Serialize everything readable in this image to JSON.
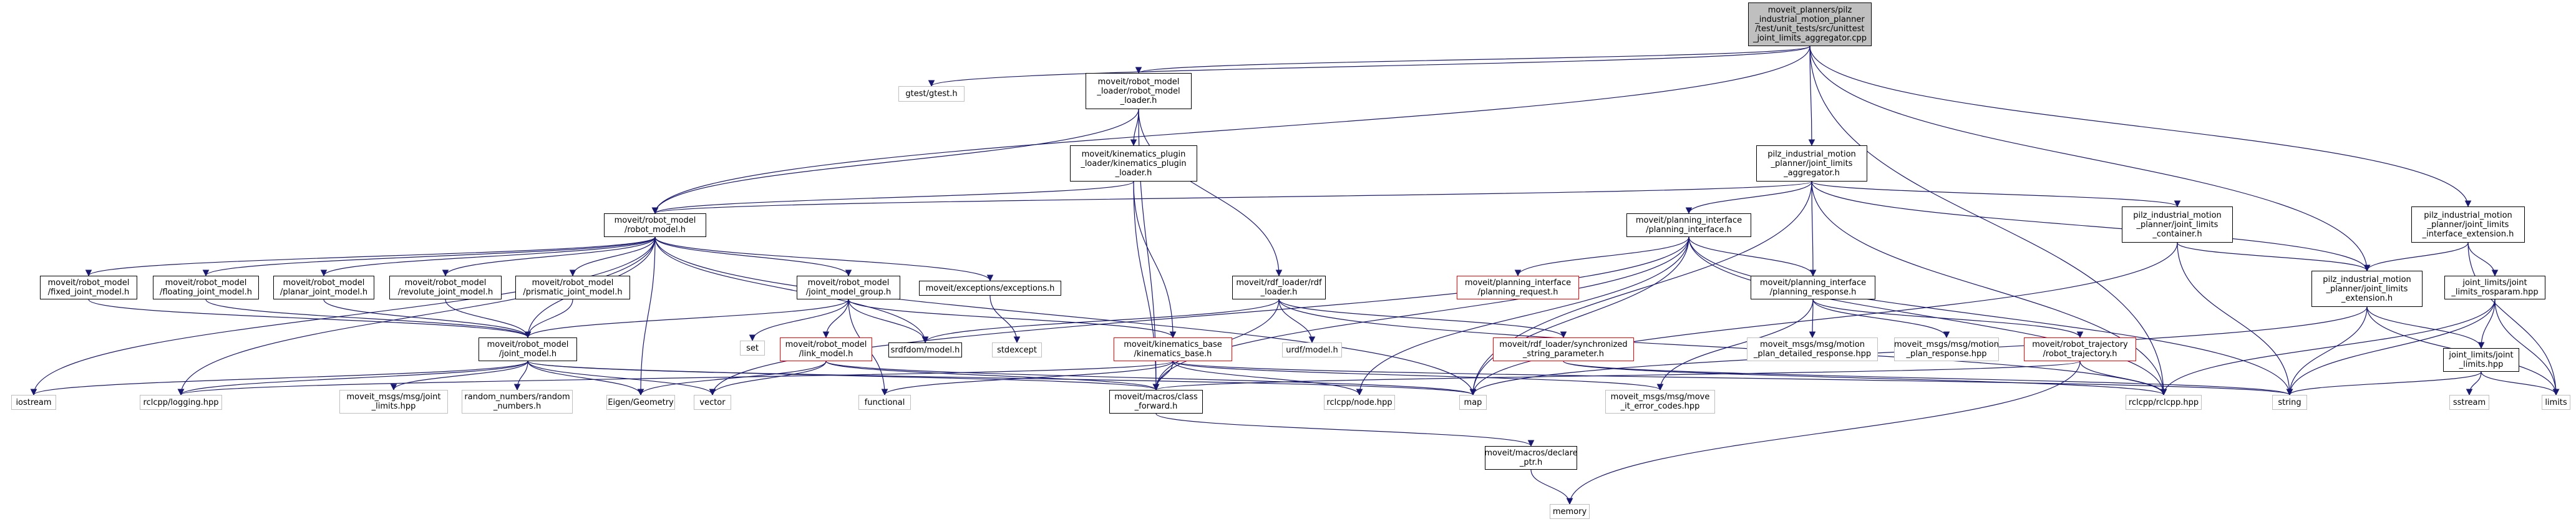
{
  "colors": {
    "edge": "#191970",
    "external_border": "#bfbfbf",
    "missing_border": "#ff0000",
    "root_fill": "#bfbfbf"
  },
  "nodes": {
    "root": "moveit_planners/pilz\n_industrial_motion_planner\n/test/unit_tests/src/unittest\n_joint_limits_aggregator.cpp",
    "gtest": "gtest/gtest.h",
    "rml_loader": "moveit/robot_model\n_loader/robot_model\n_loader.h",
    "kin_plugin_loader": "moveit/kinematics_plugin\n_loader/kinematics_plugin\n_loader.h",
    "robot_model": "moveit/robot_model\n/robot_model.h",
    "jl_aggregator": "pilz_industrial_motion\n_planner/joint_limits\n_aggregator.h",
    "jl_interface_ext": "pilz_industrial_motion\n_planner/joint_limits\n_interface_extension.h",
    "planning_interface": "moveit/planning_interface\n/planning_interface.h",
    "jl_container": "pilz_industrial_motion\n_planner/joint_limits\n_container.h",
    "jl_extension": "pilz_industrial_motion\n_planner/joint_limits\n_extension.h",
    "jl_rosparam": "joint_limits/joint\n_limits_rosparam.hpp",
    "jl_hpp": "joint_limits/joint\n_limits.hpp",
    "fixed_jm": "moveit/robot_model\n/fixed_joint_model.h",
    "floating_jm": "moveit/robot_model\n/floating_joint_model.h",
    "planar_jm": "moveit/robot_model\n/planar_joint_model.h",
    "revolute_jm": "moveit/robot_model\n/revolute_joint_model.h",
    "prismatic_jm": "moveit/robot_model\n/prismatic_joint_model.h",
    "jmg": "moveit/robot_model\n/joint_model_group.h",
    "exceptions": "moveit/exceptions/exceptions.h",
    "rdf_loader": "moveit/rdf_loader/rdf\n_loader.h",
    "planning_request": "moveit/planning_interface\n/planning_request.h",
    "planning_response": "moveit/planning_interface\n/planning_response.h",
    "joint_model": "moveit/robot_model\n/joint_model.h",
    "set": "set",
    "link_model": "moveit/robot_model\n/link_model.h",
    "srdfdom": "srdfdom/model.h",
    "kin_base": "moveit/kinematics_base\n/kinematics_base.h",
    "stdexcept": "stdexcept",
    "urdf": "urdf/model.h",
    "sync_string": "moveit/rdf_loader/synchronized\n_string_parameter.h",
    "mpdr": "moveit_msgs/msg/motion\n_plan_detailed_response.hpp",
    "mpr": "moveit_msgs/msg/motion\n_plan_response.hpp",
    "robot_traj": "moveit/robot_trajectory\n/robot_trajectory.h",
    "iostream": "iostream",
    "rclcpp_logging": "rclcpp/logging.hpp",
    "msg_jl": "moveit_msgs/msg/joint\n_limits.hpp",
    "random_numbers": "random_numbers/random\n_numbers.h",
    "eigen": "Eigen/Geometry",
    "vector": "vector",
    "functional": "functional",
    "class_forward": "moveit/macros/class\n_forward.h",
    "rclcpp_node": "rclcpp/node.hpp",
    "map": "map",
    "move_it_error": "moveit_msgs/msg/move\n_it_error_codes.hpp",
    "rclcpp": "rclcpp/rclcpp.hpp",
    "string": "string",
    "sstream": "sstream",
    "limits": "limits",
    "declare_ptr": "moveit/macros/declare\n_ptr.h",
    "memory": "memory"
  }
}
